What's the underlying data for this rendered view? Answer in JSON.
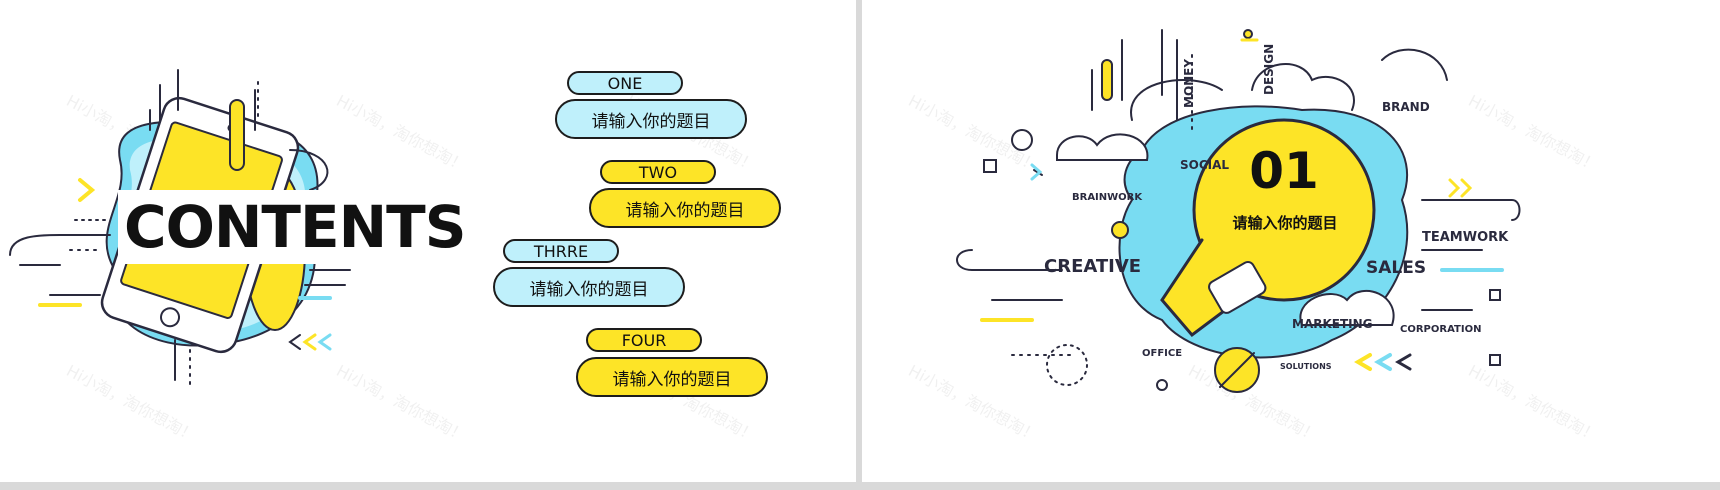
{
  "left_slide": {
    "title": "CONTENTS",
    "items": [
      {
        "label": "ONE",
        "text": "请输入你的题目",
        "color": "#bff0fb"
      },
      {
        "label": "TWO",
        "text": "请输入你的题目",
        "color": "#fde427"
      },
      {
        "label": "THRRE",
        "text": "请输入你的题目",
        "color": "#bff0fb"
      },
      {
        "label": "FOUR",
        "text": "请输入你的题目",
        "color": "#fde427"
      }
    ]
  },
  "right_slide": {
    "number": "01",
    "subtitle": "请输入你的题目",
    "words": {
      "money": "MONEY",
      "design": "DESIGN",
      "brand": "BRAND",
      "social": "SOCIAL",
      "brainwork": "BRAINWORK",
      "teamwork": "TEAMWORK",
      "creative": "CREATIVE",
      "sales": "SALES",
      "marketing": "MARKETING",
      "corporation": "CORPORATION",
      "office": "OFFICE",
      "solutions": "SOLUTIONS"
    }
  },
  "watermark": "Hi小淘，淘你想淘！",
  "colors": {
    "yellow": "#fde427",
    "blue": "#79dcf2",
    "light_blue": "#bff0fb",
    "dark": "#2a2a3e"
  }
}
